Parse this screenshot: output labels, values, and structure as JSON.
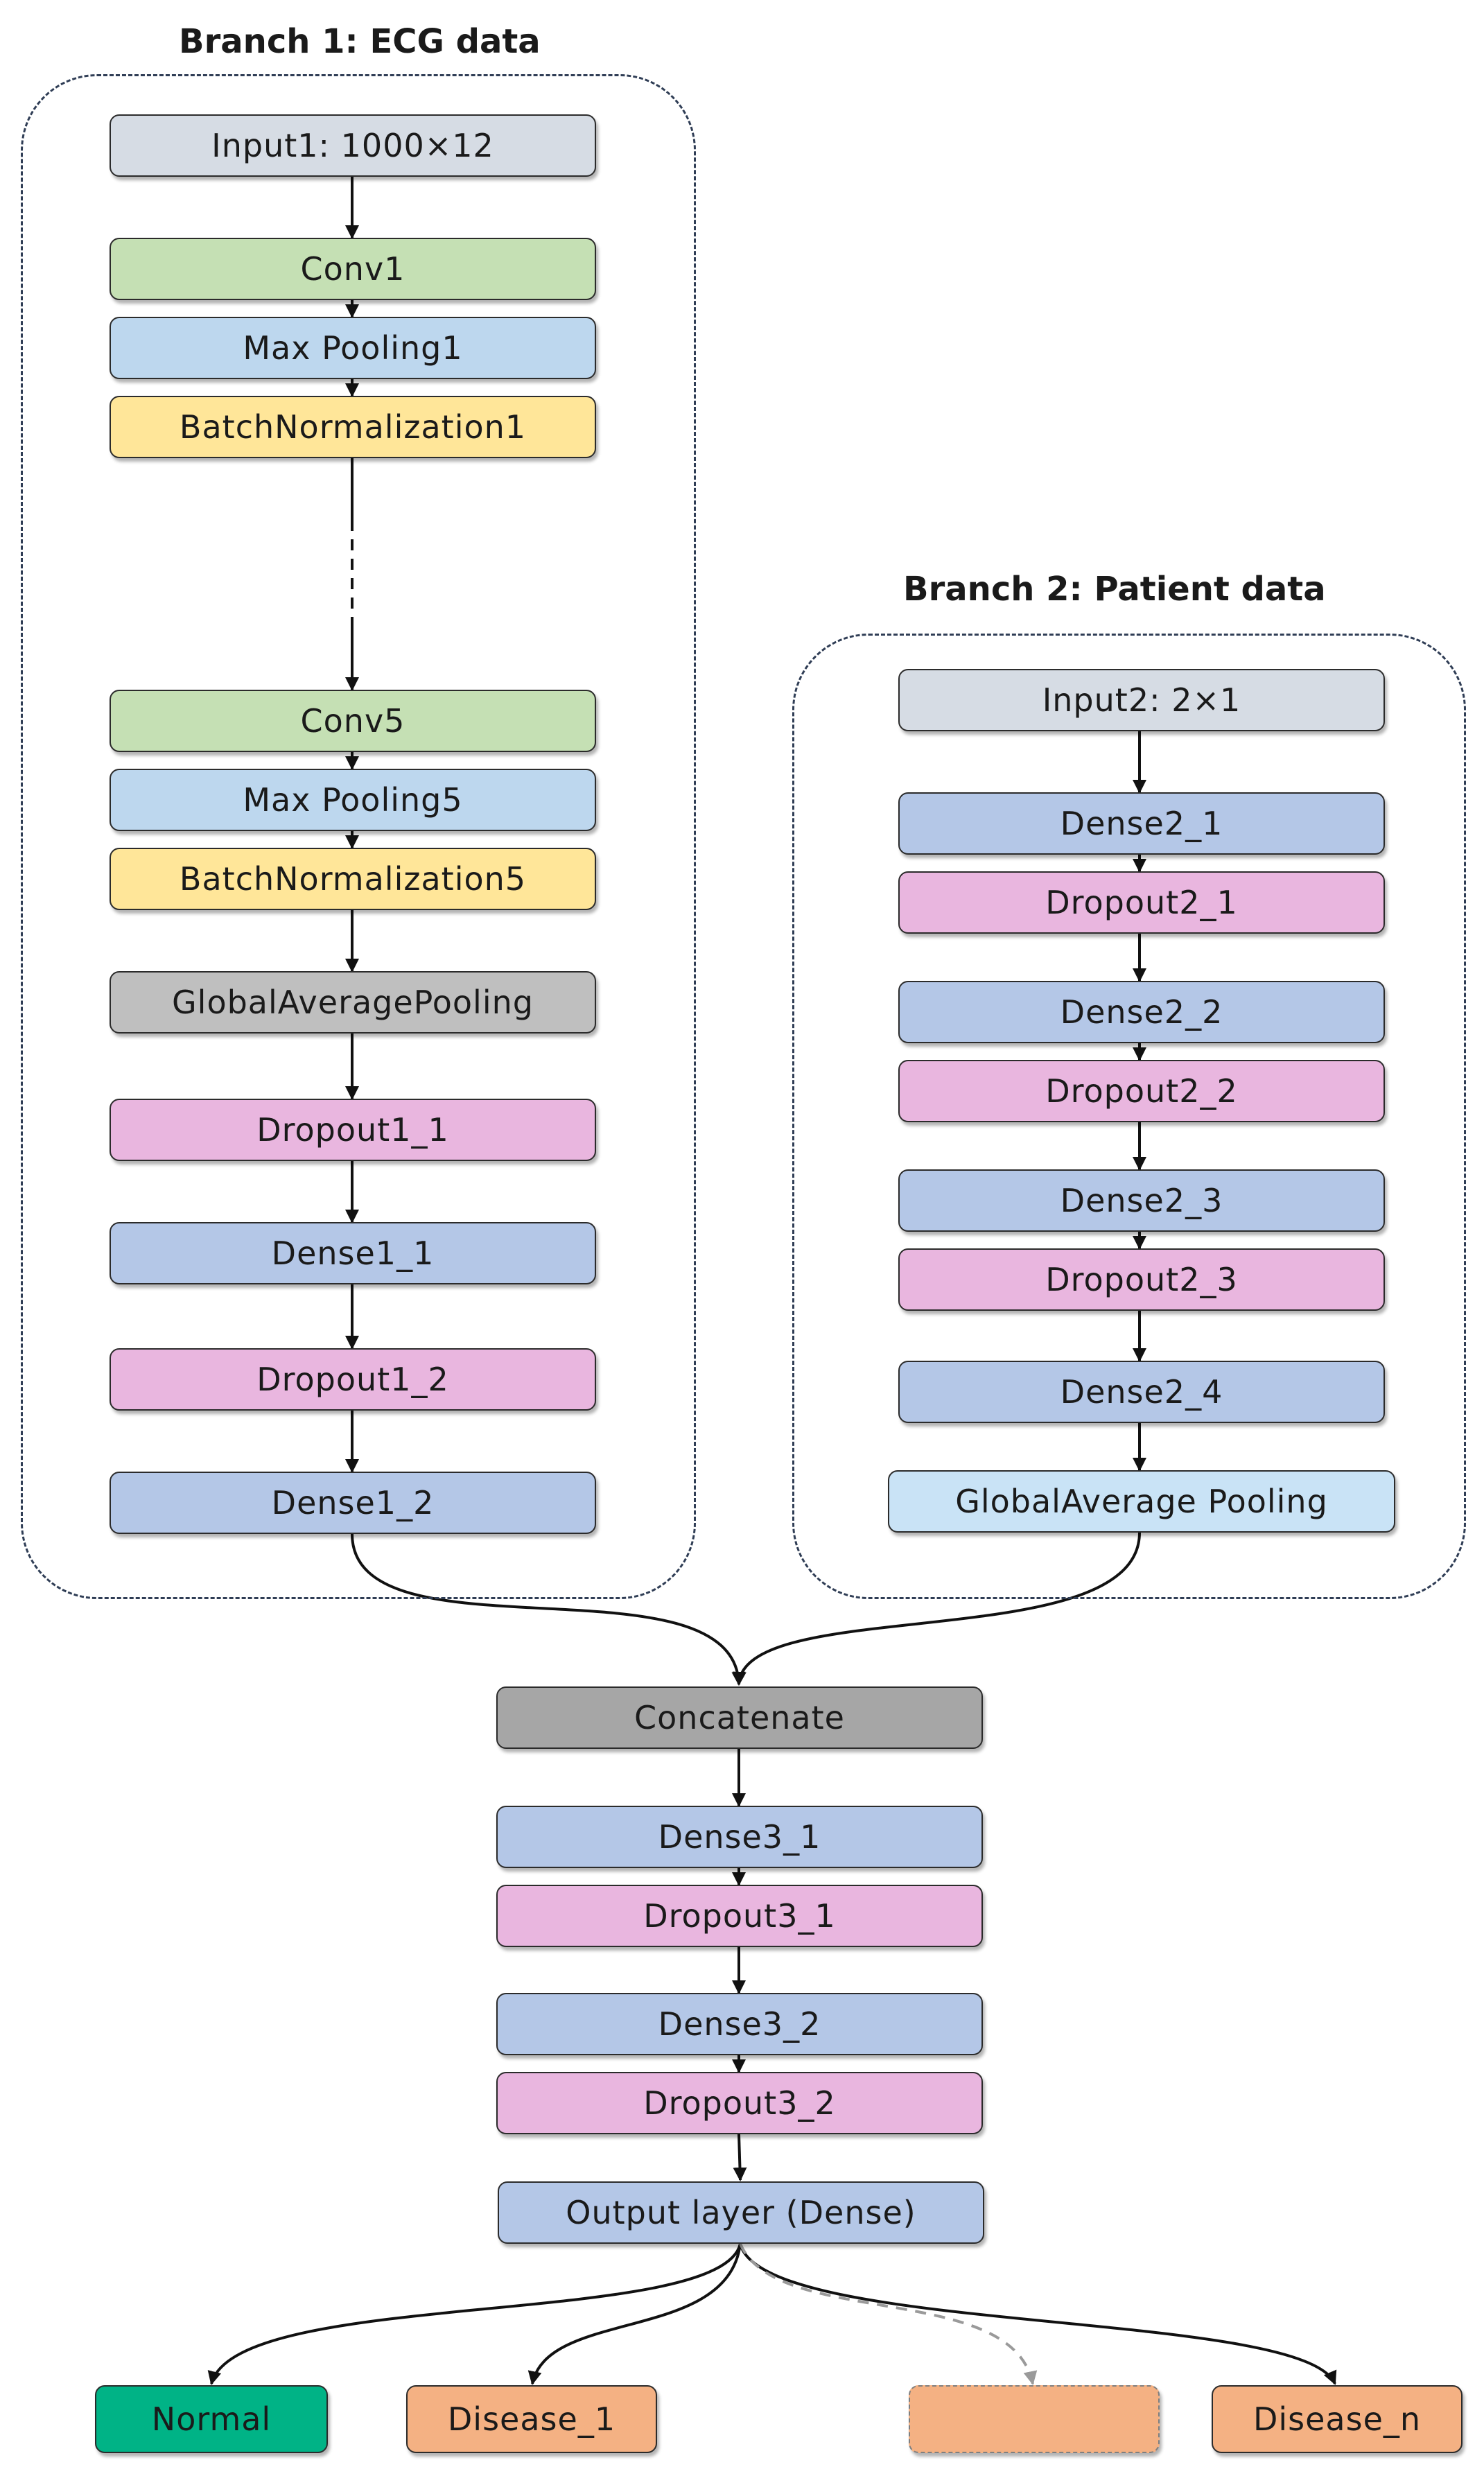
{
  "branch1": {
    "title": "Branch 1: ECG data",
    "layers": {
      "input": "Input1: 1000×12",
      "conv1": "Conv1",
      "maxpool1": "Max Pooling1",
      "bn1": "BatchNormalization1",
      "conv5": "Conv5",
      "maxpool5": "Max Pooling5",
      "bn5": "BatchNormalization5",
      "gap": "GlobalAveragePooling",
      "dropout1_1": "Dropout1_1",
      "dense1_1": "Dense1_1",
      "dropout1_2": "Dropout1_2",
      "dense1_2": "Dense1_2"
    }
  },
  "branch2": {
    "title": "Branch 2: Patient data",
    "layers": {
      "input": "Input2: 2×1",
      "dense2_1": "Dense2_1",
      "dropout2_1": "Dropout2_1",
      "dense2_2": "Dense2_2",
      "dropout2_2": "Dropout2_2",
      "dense2_3": "Dense2_3",
      "dropout2_3": "Dropout2_3",
      "dense2_4": "Dense2_4",
      "gap": "GlobalAverage Pooling"
    }
  },
  "merge": {
    "concatenate": "Concatenate",
    "dense3_1": "Dense3_1",
    "dropout3_1": "Dropout3_1",
    "dense3_2": "Dense3_2",
    "dropout3_2": "Dropout3_2",
    "output": "Output layer (Dense)"
  },
  "outputs": {
    "normal": "Normal",
    "disease_1": "Disease_1",
    "placeholder": "",
    "disease_n": "Disease_n"
  },
  "colors": {
    "input": "#d6dce4",
    "conv": "#c5e0b4",
    "pooling": "#bdd7ee",
    "batchnorm": "#ffe699",
    "global_avg_pool": "#bfbfbf",
    "dropout": "#e9b6df",
    "dense": "#b4c7e7",
    "concatenate": "#a6a6a6",
    "normal": "#00b386",
    "disease": "#f4b183",
    "frame_border": "#2f3d55"
  }
}
